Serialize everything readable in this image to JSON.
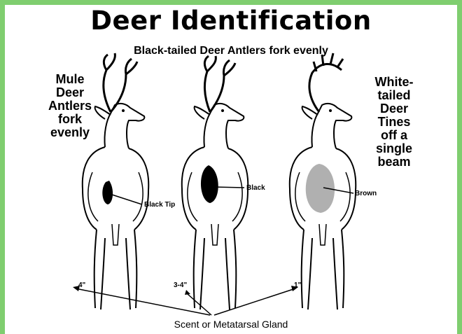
{
  "title": "Deer Identification",
  "subtitle": "Black-tailed Deer Antlers fork evenly",
  "mule_text": "Mule\nDeer\nAntlers\nfork\nevenly",
  "whitetail_text": "White-\ntailed\nDeer\nTines\noff a\nsingle\nbeam",
  "labels": {
    "mule_tail": "Black Tip",
    "blacktail_tail": "Black",
    "whitetail_tail": "Brown",
    "mule_gland": "4\"",
    "blacktail_gland": "3-4\"",
    "whitetail_gland": "1\""
  },
  "caption": "Scent or Metatarsal Gland",
  "colors": {
    "border": "#7fce6f",
    "mule_tail": "#000000",
    "blacktail_tail": "#000000",
    "whitetail_tail": "#b0b0b0"
  }
}
